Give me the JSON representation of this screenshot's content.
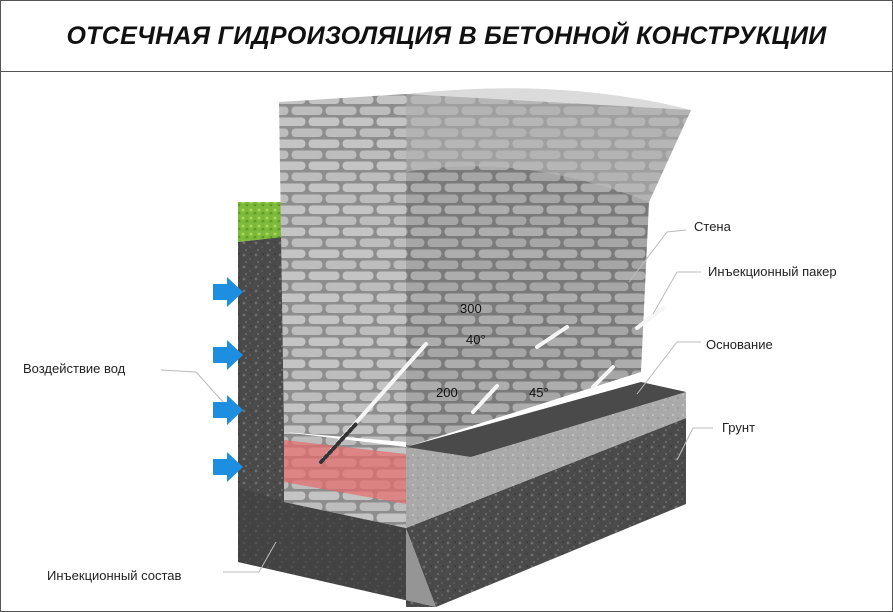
{
  "title": "ОТСЕЧНАЯ ГИДРОИЗОЛЯЦИЯ В БЕТОННОЙ КОНСТРУКЦИИ",
  "labels": {
    "wall": "Стена",
    "packer": "Инъекционный пакер",
    "base": "Основание",
    "soil": "Грунт",
    "water": "Воздействие вод",
    "composition": "Инъекционный состав"
  },
  "dimensions": {
    "d300": "300",
    "d40": "40°",
    "d200": "200",
    "d45": "45°"
  },
  "colors": {
    "water_arrow": "#1e8fe0",
    "injection_zone": "#e86a6a",
    "grass": "#8cc63f"
  }
}
